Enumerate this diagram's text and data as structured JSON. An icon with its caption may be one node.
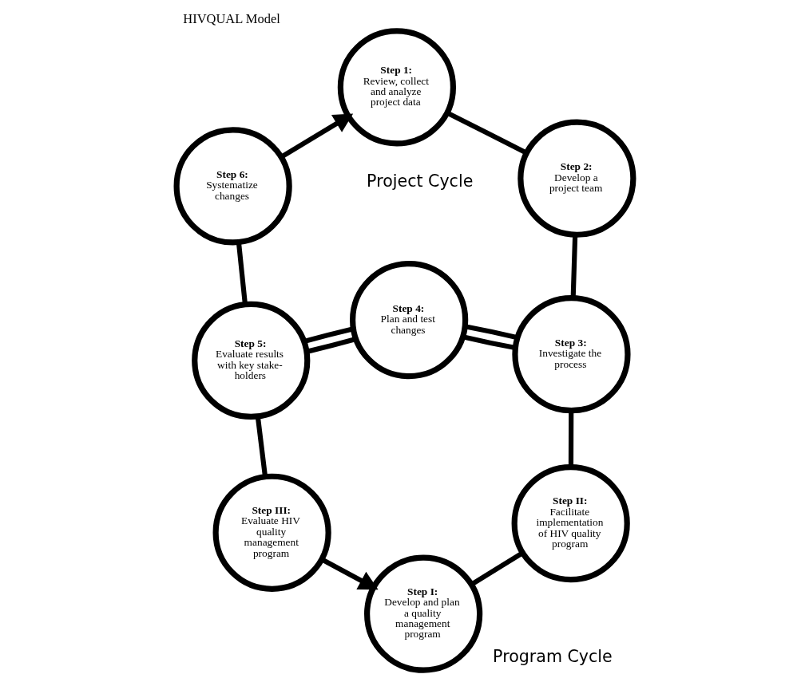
{
  "diagram": {
    "title": "HIVQUAL Model",
    "nodes": [
      {
        "text": [
          "Step I:",
          "Develop and plan a quality management program"
        ]
      },
      {
        "text": [
          "Step II:",
          "Facilitate implementation of HIV quality program"
        ]
      },
      {
        "text": [
          "Step III:",
          "Evaluate HIV quality management program"
        ]
      },
      {
        "text": [
          "Step 1:",
          "Review, collect and analyze project data"
        ]
      },
      {
        "text": [
          "Step 2:",
          "Develop a project team"
        ]
      },
      {
        "text": [
          "Step 6:",
          "Systematize changes"
        ]
      },
      {
        "text": [
          "Step 3:",
          "Investigate the process"
        ]
      },
      {
        "text": [
          "Step 5:",
          "Evaluate results with key stake- holders"
        ]
      },
      {
        "text": [
          "Step 4:",
          "Plan and test changes"
        ]
      }
    ],
    "edges": [
      {
        "from": 0,
        "to": 1,
        "arrow": "none"
      },
      {
        "from": 1,
        "to": 6,
        "arrow": "none"
      },
      {
        "from": 6,
        "to": 8,
        "arrow": "none"
      },
      {
        "from": 8,
        "to": 7,
        "arrow": "none"
      },
      {
        "from": 7,
        "to": 2,
        "arrow": "none"
      },
      {
        "from": 2,
        "to": 0,
        "arrow": "to"
      },
      {
        "from": 3,
        "to": 4,
        "arrow": "none"
      },
      {
        "from": 4,
        "to": 6,
        "arrow": "none"
      },
      {
        "from": 6,
        "to": 8,
        "arrow": "none"
      },
      {
        "from": 8,
        "to": 7,
        "arrow": "none"
      },
      {
        "from": 7,
        "to": 5,
        "arrow": "none"
      },
      {
        "from": 5,
        "to": 3,
        "arrow": "to"
      }
    ],
    "labels": [
      "Program Cycle",
      "Project Cycle"
    ]
  }
}
